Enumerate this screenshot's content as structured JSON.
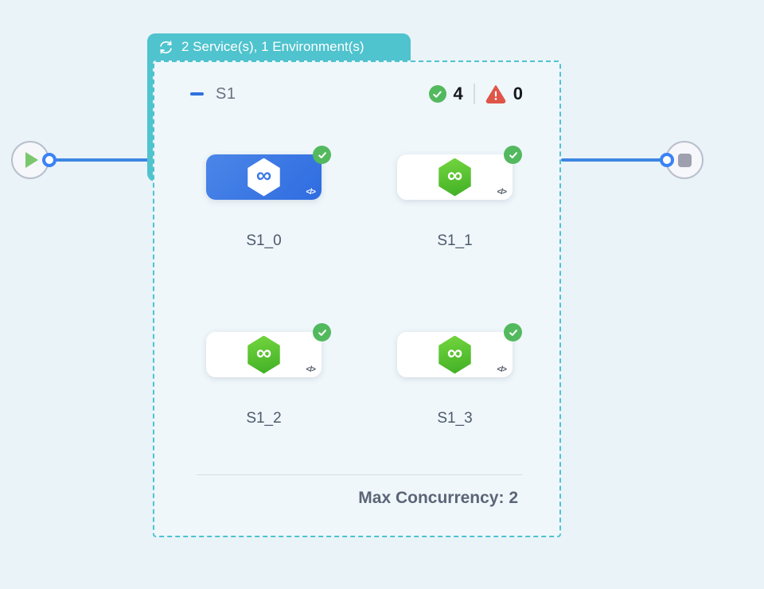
{
  "badge": {
    "label": "2 Service(s), 1 Environment(s)"
  },
  "group": {
    "title": "S1",
    "success_count": "4",
    "error_count": "0",
    "footer": "Max Concurrency: 2"
  },
  "tiles": [
    {
      "label": "S1_0",
      "status": "success",
      "selected": true
    },
    {
      "label": "S1_1",
      "status": "success",
      "selected": false
    },
    {
      "label": "S1_2",
      "status": "success",
      "selected": false
    },
    {
      "label": "S1_3",
      "status": "success",
      "selected": false
    }
  ],
  "icons": {
    "infinity": "∞",
    "code": "</>"
  },
  "colors": {
    "teal": "#4fc3ce",
    "edge_blue": "#3d86e2",
    "selected_tile_blue": "#3b79e3",
    "success_green": "#53b95e",
    "hexagon_green": "#4fbe2e",
    "error_red": "#df5548",
    "canvas_bg": "#e9f3f8"
  }
}
